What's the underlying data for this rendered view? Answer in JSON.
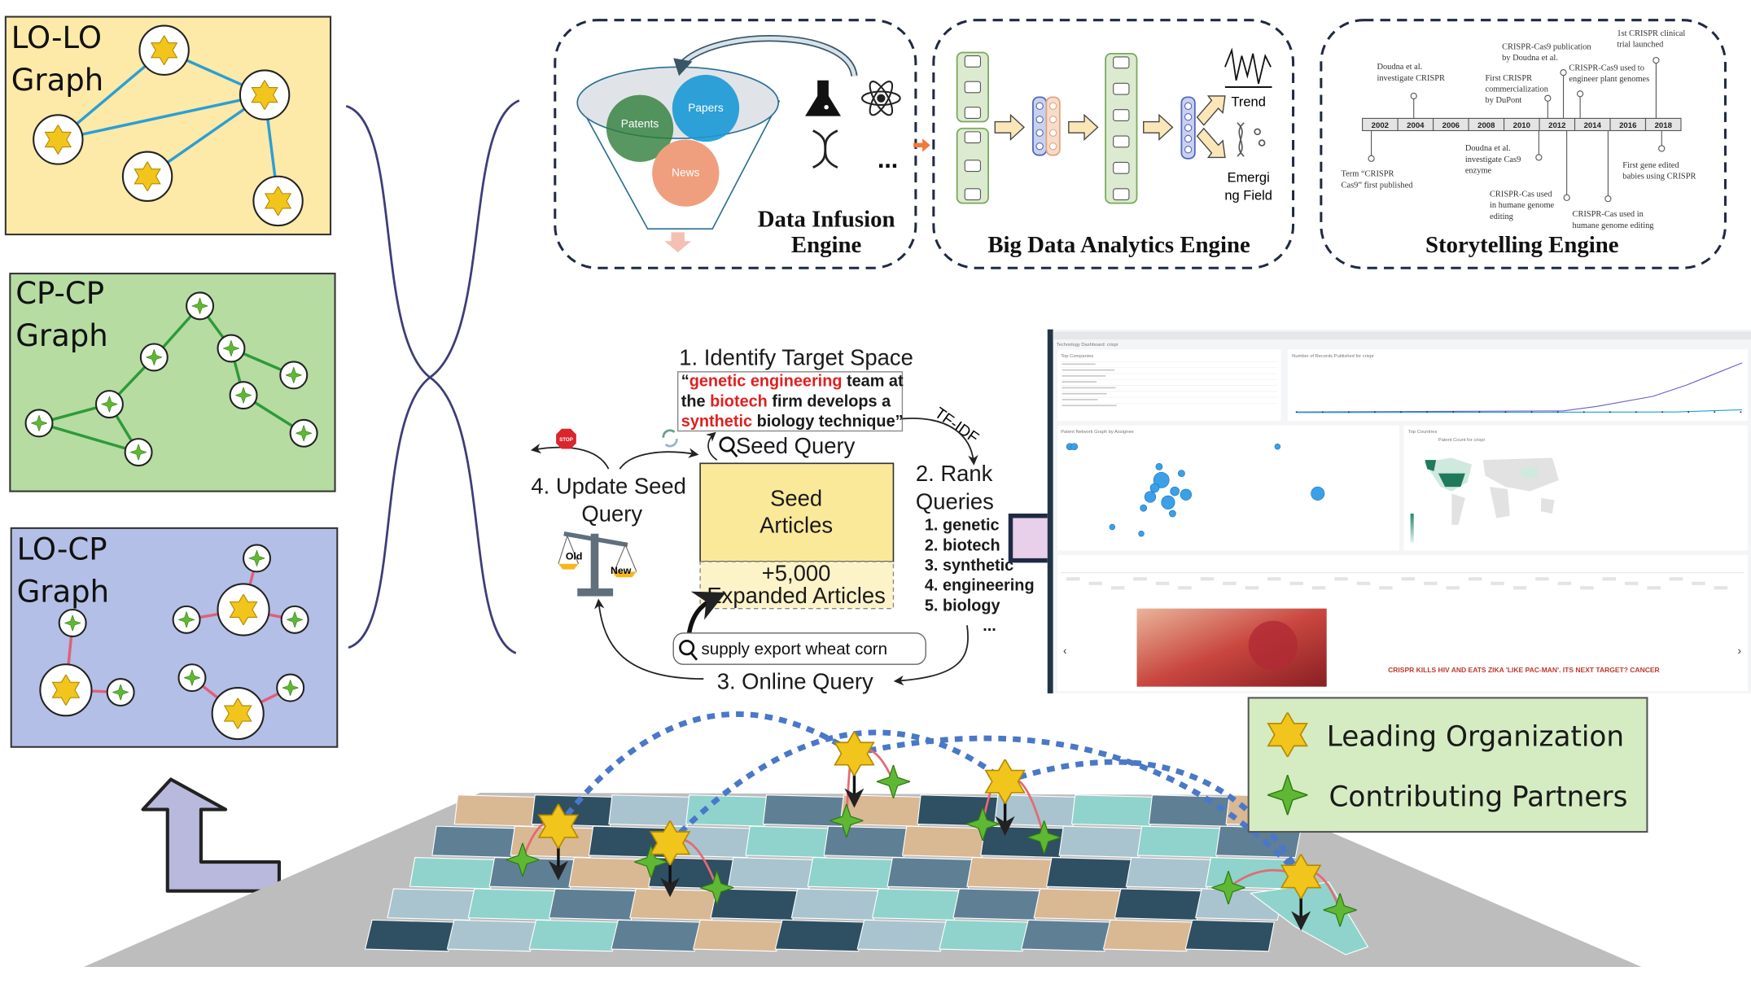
{
  "graphs": {
    "lo_lo": {
      "title_line1": "LO-LO",
      "title_line2": "Graph"
    },
    "cp_cp": {
      "title_line1": "CP-CP",
      "title_line2": "Graph"
    },
    "lo_cp": {
      "title_line1": "LO-CP",
      "title_line2": "Graph"
    }
  },
  "engines": {
    "data_infusion": {
      "title_line1": "Data Infusion",
      "title_line2": "Engine",
      "sources": [
        "Patents",
        "Papers",
        "News"
      ],
      "more": "..."
    },
    "big_data": {
      "title": "Big Data Analytics Engine",
      "outputs": {
        "trend": "Trend",
        "emerging_line1": "Emergi",
        "emerging_line2": "ng Field"
      }
    },
    "storytelling": {
      "title": "Storytelling Engine",
      "years": [
        "2002",
        "2004",
        "2006",
        "2008",
        "2010",
        "2012",
        "2014",
        "2016",
        "2018"
      ],
      "events_above": [
        {
          "lines": [
            "Doudna et al.",
            "investigate CRISPR"
          ]
        },
        {
          "lines": [
            "First CRISPR",
            "commercialization",
            "by DuPont"
          ]
        },
        {
          "lines": [
            "CRISPR-Cas9 publication",
            "by Doudna et al."
          ]
        },
        {
          "lines": [
            "CRISPR-Cas9 used to",
            "engineer plant genomes"
          ]
        },
        {
          "lines": [
            "1st CRISPR clinical",
            "trial launched"
          ]
        }
      ],
      "events_below": [
        {
          "lines": [
            "Term “CRISPR",
            "Cas9” first published"
          ]
        },
        {
          "lines": [
            "Doudna et al.",
            "investigate Cas9",
            "enzyme"
          ]
        },
        {
          "lines": [
            "CRISPR-Cas used",
            "in humane genome",
            "editing"
          ]
        },
        {
          "lines": [
            "CRISPR-Cas used in",
            "humane genome editing"
          ]
        },
        {
          "lines": [
            "First gene edited",
            "babies using CRISPR"
          ]
        }
      ]
    }
  },
  "loop": {
    "step1": "1. Identify Target Space",
    "quote": {
      "l1": [
        {
          "t": "“",
          "r": false
        },
        {
          "t": "genetic engineering",
          "r": true
        },
        {
          "t": " team at",
          "r": false
        }
      ],
      "l2": [
        {
          "t": "the ",
          "r": false
        },
        {
          "t": "biotech",
          "r": true
        },
        {
          "t": " firm develops a",
          "r": false
        }
      ],
      "l3": [
        {
          "t": "synthetic",
          "r": true
        },
        {
          "t": " biology technique”",
          "r": false
        }
      ]
    },
    "seed_query": "Seed Query",
    "tfidf": "TF-IDF",
    "step2_line1": "2. Rank",
    "step2_line2": "Queries",
    "ranked": [
      "1. genetic",
      "2. biotech",
      "3. synthetic",
      "4. engineering",
      "5. biology"
    ],
    "ranked_more": "...",
    "seed_articles_line1": "Seed",
    "seed_articles_line2": "Articles",
    "expanded_count": "+5,000",
    "expanded_label": "Expanded Articles",
    "search_value": "supply export wheat corn",
    "step3": "3. Online Query",
    "step4_line1": "4. Update Seed",
    "step4_line2": "Query",
    "stop": "STOP",
    "scale_old": "Old",
    "scale_new": "New"
  },
  "dashboard": {
    "title": "Technology Dashboard: crispr",
    "panels": {
      "companies": "Top Companies",
      "records": "Number of Records Published for crispr",
      "network": "Patent Network Graph by Assignee",
      "countries": "Top Countries",
      "map_title": "Patent Count for crispr"
    },
    "headline": "CRISPR KILLS HIV AND EATS ZIKA 'LIKE PAC-MAN'. ITS NEXT TARGET? CANCER",
    "prev": "‹",
    "next": "›"
  },
  "legend": {
    "leading": "Leading Organization",
    "contributing": "Contributing Partners"
  },
  "colors": {
    "lo_lo_bg": "#fde9a8",
    "cp_cp_bg": "#b6dca2",
    "lo_cp_bg": "#b3bfe6",
    "star_gold": "#f2c51c",
    "star_green": "#5fb833",
    "edge_blue": "#2a9fd6",
    "edge_green": "#2e9a3a",
    "edge_red": "#e0607a",
    "legend_bg": "#d5ecc2",
    "seed_box": "#fbe99a",
    "arrow_purple": "#e8d0ea",
    "arc_blue": "#4a78c8"
  }
}
